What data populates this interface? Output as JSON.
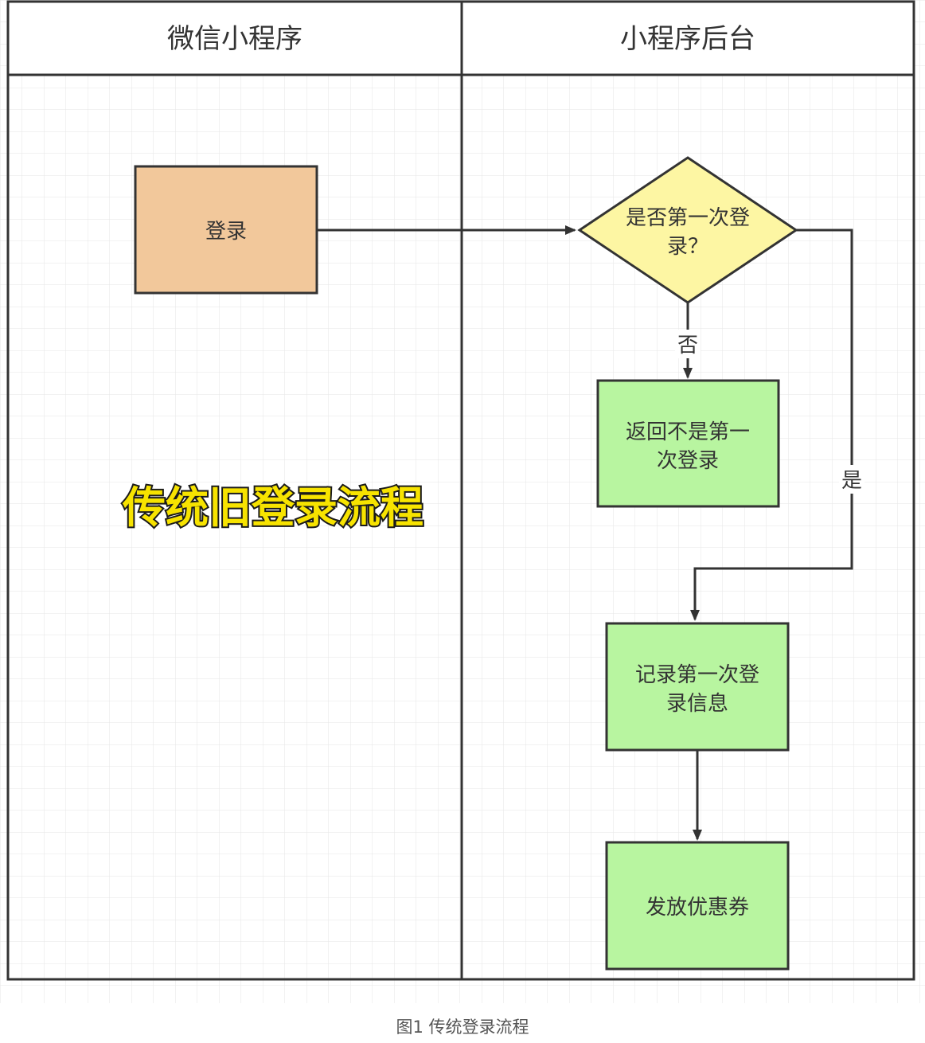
{
  "lanes": {
    "left": "微信小程序",
    "right": "小程序后台"
  },
  "nodes": {
    "login": "登录",
    "decision_line1": "是否第一次登",
    "decision_line2": "录？",
    "return_line1": "返回不是第一",
    "return_line2": "次登录",
    "record_line1": "记录第一次登",
    "record_line2": "录信息",
    "coupon": "发放优惠券"
  },
  "edges": {
    "no_label": "否",
    "yes_label": "是"
  },
  "overlay_title": "传统旧登录流程",
  "caption": "图1 传统登录流程",
  "colors": {
    "login_fill": "#f2c89b",
    "decision_fill": "#fdf6a3",
    "process_fill": "#b8f5a0",
    "line": "#333333",
    "grid": "#e6e6e6",
    "overlay_text": "#f7e300"
  }
}
